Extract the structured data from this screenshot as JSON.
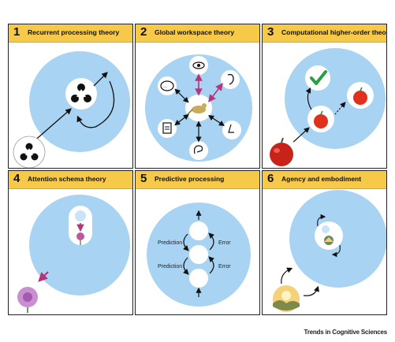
{
  "colors": {
    "header": "#f7c948",
    "circle": "#a9d3f2",
    "circle_stroke": "#6aaee3",
    "magenta": "#b5347a",
    "green": "#21a244",
    "red": "#e0301e"
  },
  "panels": [
    {
      "number": "1",
      "title": "Recurrent processing theory"
    },
    {
      "number": "2",
      "title": "Global workspace theory"
    },
    {
      "number": "3",
      "title": "Computational higher-order theories"
    },
    {
      "number": "4",
      "title": "Attention schema theory"
    },
    {
      "number": "5",
      "title": "Predictive processing"
    },
    {
      "number": "6",
      "title": "Agency and embodiment"
    }
  ],
  "predictive": {
    "prediction_label": "Prediction",
    "error_label": "Error"
  },
  "footer": {
    "credit": "Trends in Cognitive Sciences"
  }
}
